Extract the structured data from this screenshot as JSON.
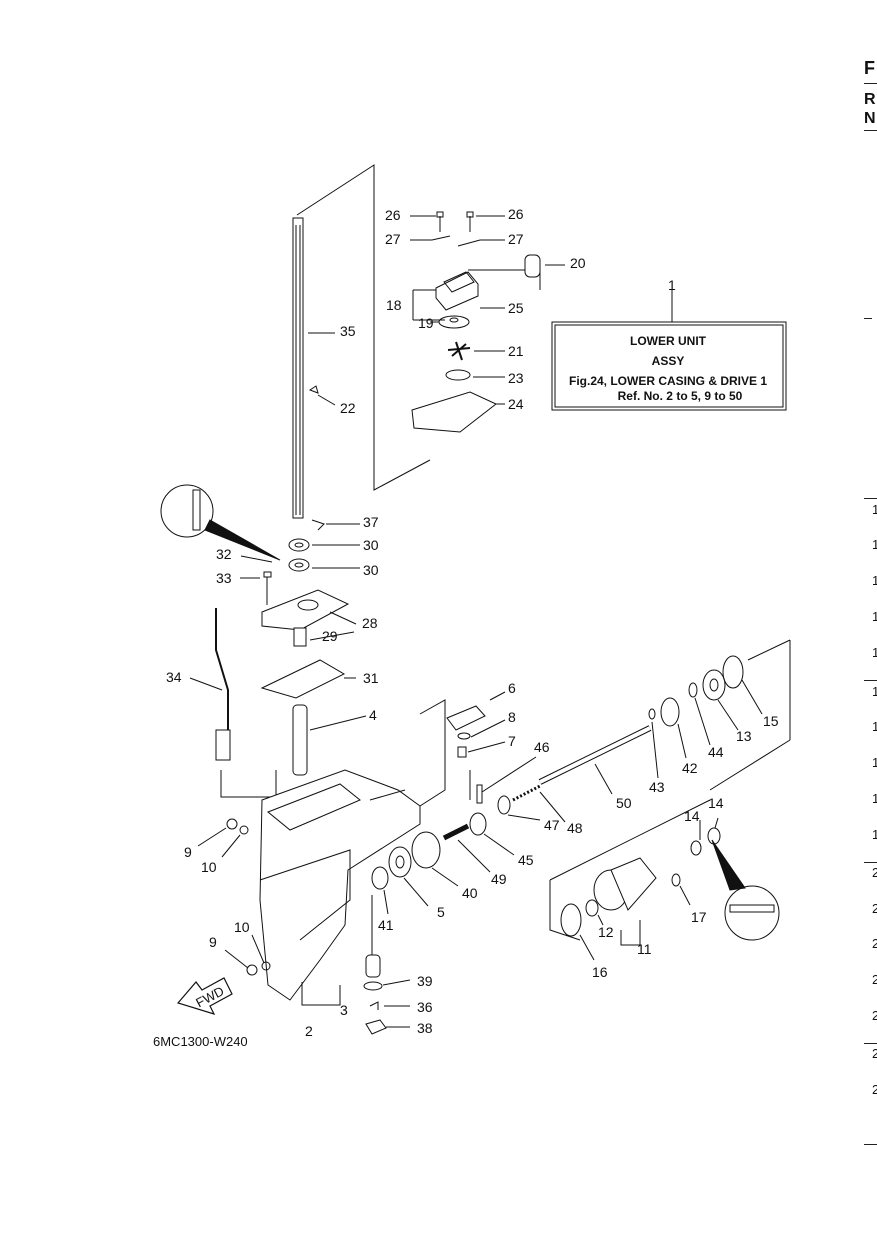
{
  "header_letters": [
    "F",
    "R",
    "N"
  ],
  "box": {
    "ref_no": "1",
    "line1": "LOWER UNIT",
    "line2": "ASSY",
    "line3": "Fig.24, LOWER CASING & DRIVE 1",
    "line4": "Ref. No. 2 to 5, 9 to 50"
  },
  "fwd_label": "FWD",
  "diagram_code": "6MC1300-W240",
  "callouts": {
    "c26a": "26",
    "c26b": "26",
    "c27a": "27",
    "c27b": "27",
    "c20": "20",
    "c18": "18",
    "c25": "25",
    "c19": "19",
    "c35": "35",
    "c21": "21",
    "c23": "23",
    "c22": "22",
    "c24": "24",
    "c37": "37",
    "c30a": "30",
    "c32": "32",
    "c30b": "30",
    "c33": "33",
    "c28": "28",
    "c29": "29",
    "c34": "34",
    "c31": "31",
    "c4": "4",
    "c6": "6",
    "c8": "8",
    "c7": "7",
    "c46": "46",
    "c15": "15",
    "c13": "13",
    "c44": "44",
    "c42": "42",
    "c43": "43",
    "c50": "50",
    "c48": "48",
    "c47": "47",
    "c45": "45",
    "c49": "49",
    "c9a": "9",
    "c10a": "10",
    "c40": "40",
    "c5": "5",
    "c41": "41",
    "c14a": "14",
    "c14b": "14",
    "c17": "17",
    "c12": "12",
    "c11": "11",
    "c16": "16",
    "c10b": "10",
    "c9b": "9",
    "c39": "39",
    "c3": "3",
    "c36": "36",
    "c2": "2",
    "c38": "38"
  },
  "edge_digits": [
    "1",
    "1",
    "1",
    "1",
    "1",
    "1",
    "1",
    "1",
    "1",
    "1",
    "2",
    "2",
    "2",
    "2",
    "2",
    "2",
    "2"
  ]
}
